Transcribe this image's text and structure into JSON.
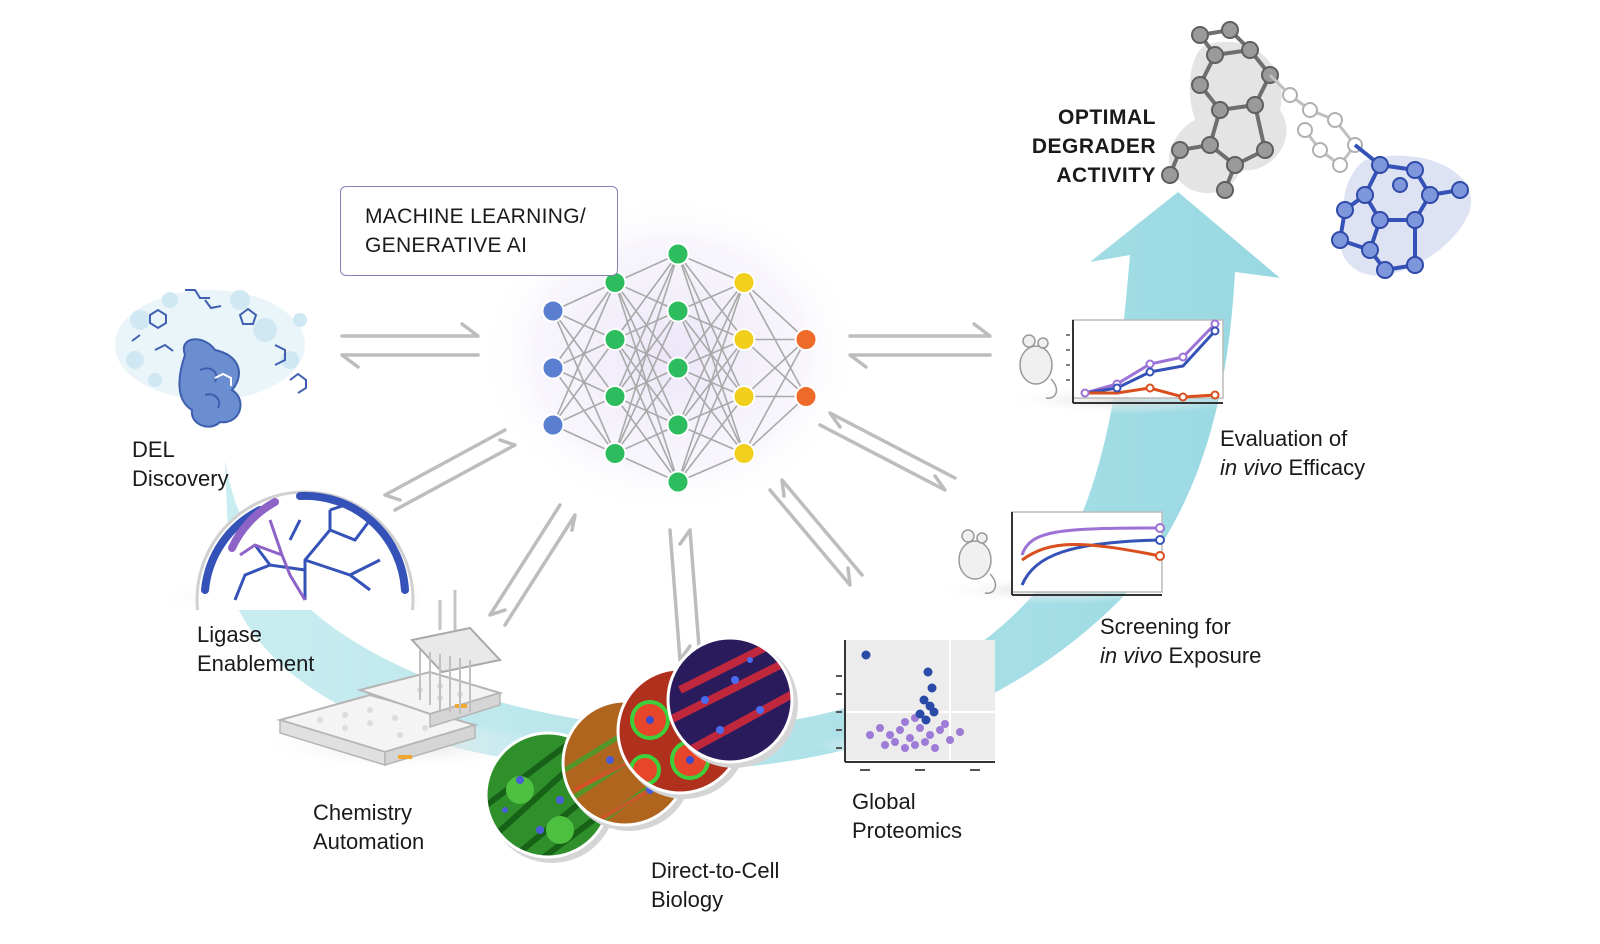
{
  "ml_box": {
    "line1": "MACHINE LEARNING/",
    "line2": "GENERATIVE AI"
  },
  "goal": {
    "line1": "OPTIMAL",
    "line2": "DEGRADER",
    "line3": "ACTIVITY"
  },
  "stages": {
    "del": {
      "line1": "DEL",
      "line2": "Discovery"
    },
    "ligase": {
      "line1": "Ligase",
      "line2": "Enablement"
    },
    "chemistry": {
      "line1": "Chemistry",
      "line2": "Automation"
    },
    "biology": {
      "line1": "Direct-to-Cell",
      "line2": "Biology"
    },
    "proteomics": {
      "line1": "Global",
      "line2": "Proteomics"
    },
    "exposure": {
      "line1": "Screening for",
      "line2_italic": "in vivo",
      "line2_rest": " Exposure"
    },
    "efficacy": {
      "line1": "Evaluation of",
      "line2_italic": "in vivo",
      "line2_rest": " Efficacy"
    }
  },
  "network": {
    "layers": [
      {
        "count": 3,
        "color": "#5b7fd0"
      },
      {
        "count": 4,
        "color": "#2dbd5e"
      },
      {
        "count": 5,
        "color": "#2dbd5e"
      },
      {
        "count": 4,
        "color": "#f2cf1d"
      },
      {
        "count": 2,
        "color": "#ee6a2b"
      }
    ]
  },
  "colors": {
    "flow_arrow": "#a4dfe6",
    "purple": "#8e63c8",
    "blue": "#3552b8",
    "orange": "#d94f1e",
    "double_arrow": "#bdbdbd"
  },
  "icons": {
    "del": "protein-blob-icon",
    "ligase": "phylogenetic-tree-icon",
    "chemistry": "liquid-handler-icon",
    "biology": "cell-microscopy-icon",
    "proteomics": "volcano-plot-icon",
    "exposure": "mouse-pk-plot-icon",
    "efficacy": "mouse-efficacy-plot-icon",
    "goal": "degrader-molecule-icon"
  }
}
